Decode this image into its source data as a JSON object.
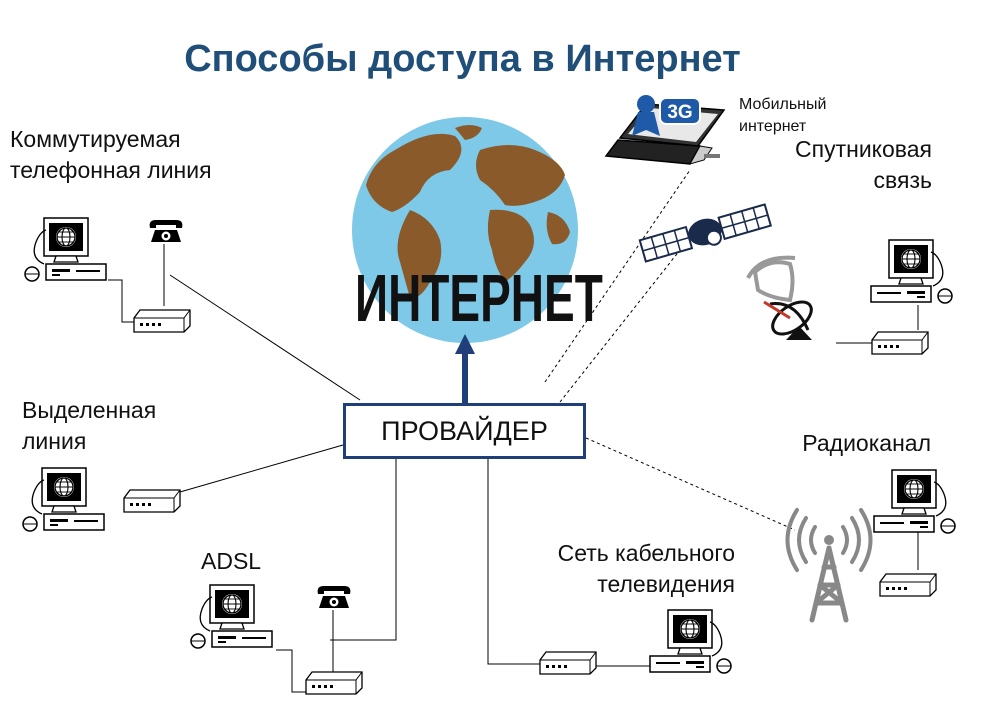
{
  "title": "Способы доступа в Интернет",
  "center": {
    "internet_letters": [
      "И",
      "Н",
      "Т",
      "Е",
      "Р",
      "Н",
      "Е",
      "Т"
    ],
    "provider_label": "ПРОВАЙДЕР"
  },
  "methods": {
    "dialup": {
      "line1": "Коммутируемая",
      "line2": "телефонная линия"
    },
    "leased": {
      "line1": "Выделенная",
      "line2": "линия"
    },
    "adsl": {
      "line1": "ADSL"
    },
    "cable_tv": {
      "line1": "Сеть кабельного",
      "line2": "телевидения"
    },
    "mobile": {
      "line1": "Мобильный",
      "line2": "интернет",
      "badge": "3G"
    },
    "satellite": {
      "line1": "Спутниковая",
      "line2": "связь"
    },
    "radio": {
      "line1": "Радиоканал"
    }
  },
  "colors": {
    "title": "#1f4e79",
    "provider_border": "#1f3e7a",
    "arrow": "#1f3e7a",
    "ocean": "#7ec8e8",
    "land": "#8b5a2b",
    "badge": "#1e5aa8",
    "antenna": "#888888"
  },
  "icons": [
    "globe-icon",
    "computer-icon",
    "modem-icon",
    "telephone-icon",
    "laptop-icon",
    "satellite-icon",
    "satellite-dish-icon",
    "radio-tower-icon",
    "signal-waves-icon"
  ]
}
